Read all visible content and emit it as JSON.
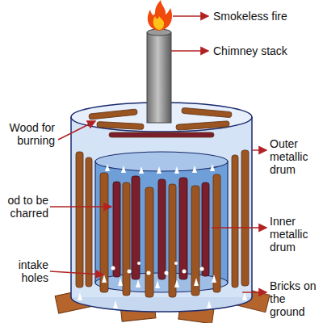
{
  "diagram": {
    "labels": [
      "Smokeless fire",
      "Chimney stack",
      "Wood for burning",
      "Outer metallic drum",
      "od to be charred",
      "Inner metallic drum",
      "intake holes",
      "Bricks on the ground"
    ]
  }
}
